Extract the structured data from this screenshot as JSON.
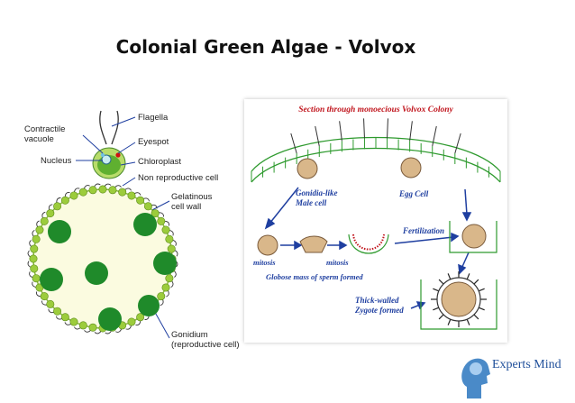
{
  "title": "Colonial Green Algae - Volvox",
  "left_labels": {
    "flagella": "Flagella",
    "contractile_1": "Contractile",
    "contractile_2": "vacuole",
    "eyespot": "Eyespot",
    "nucleus": "Nucleus",
    "chloroplast": "Chloroplast",
    "non_reproductive": "Non reproductive cell",
    "gelatinous_1": "Gelatinous",
    "gelatinous_2": "cell wall",
    "gonidium_1": "Gonidium",
    "gonidium_2": "(reproductive cell)"
  },
  "right_labels": {
    "heading": "Section through monoecious Volvox Colony",
    "gonidia_1": "Gonidia-like",
    "gonidia_2": "Male cell",
    "egg": "Egg Cell",
    "fertilization": "Fertilization",
    "mitosis_1": "mitosis",
    "mitosis_2": "mitosis",
    "globose": "Globose mass of sperm formed",
    "thick_1": "Thick-walled",
    "thick_2": "Zygote formed"
  },
  "logo": {
    "text": "Experts Mind"
  },
  "colors": {
    "green": "#2e9a2e",
    "dark_green": "#1a7a1a",
    "light_green": "#9ccc3c",
    "blue": "#1f3fa0",
    "red": "#c0141c",
    "sphere": "#fbfbe0"
  }
}
